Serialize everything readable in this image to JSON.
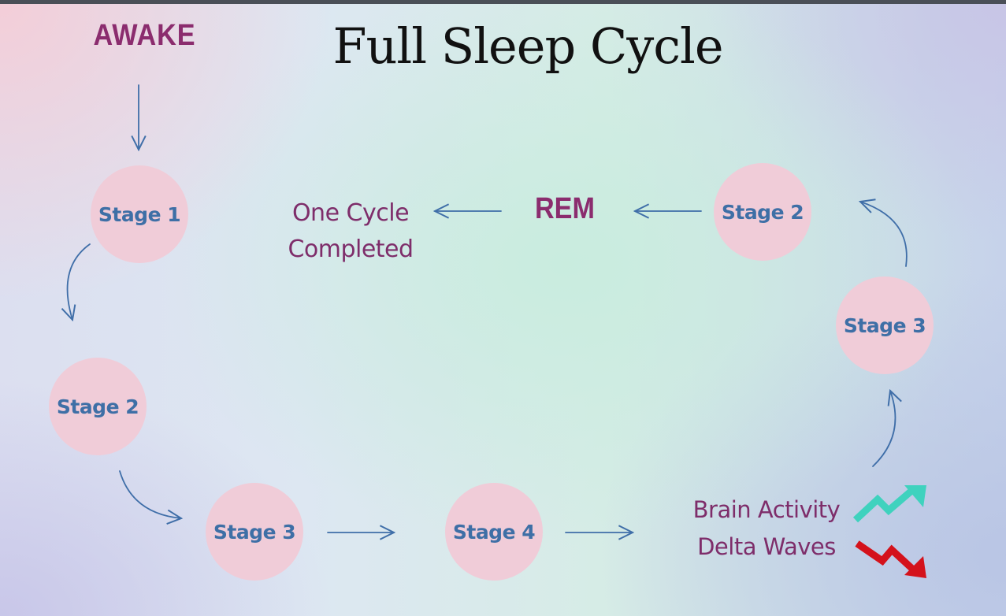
{
  "title": "Full Sleep Cycle",
  "start_label": "AWAKE",
  "stages": {
    "s1": "Stage 1",
    "s2": "Stage 2",
    "s3": "Stage 3",
    "s4": "Stage 4",
    "s3_return": "Stage 3",
    "s2_return": "Stage 2"
  },
  "rem_label": "REM",
  "completion": {
    "line1": "One Cycle",
    "line2": "Completed"
  },
  "legend": {
    "brain_activity": "Brain Activity",
    "delta_waves": "Delta Waves",
    "up_color": "#3fd2be",
    "down_color": "#d4121b"
  },
  "colors": {
    "stage_circle": "#f0ccd8",
    "stage_text": "#3e6fa6",
    "accent_text": "#8b2c6e",
    "arrow": "#3f6ea8"
  }
}
